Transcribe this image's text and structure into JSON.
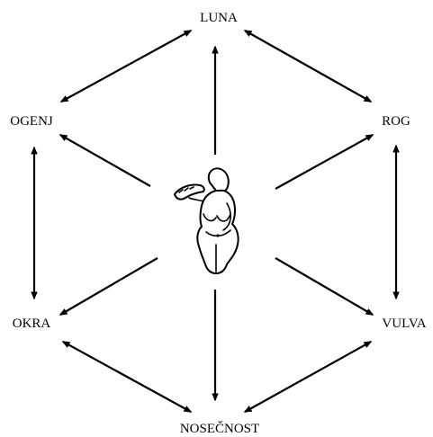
{
  "nodes": {
    "top": "LUNA",
    "upper_right": "ROG",
    "lower_right": "VULVA",
    "bottom": "NOSEČNOST",
    "lower_left": "OKRA",
    "upper_left": "OGENJ"
  },
  "center_icon": "venus-figurine-icon",
  "colors": {
    "ink": "#000000",
    "background": "#ffffff"
  }
}
